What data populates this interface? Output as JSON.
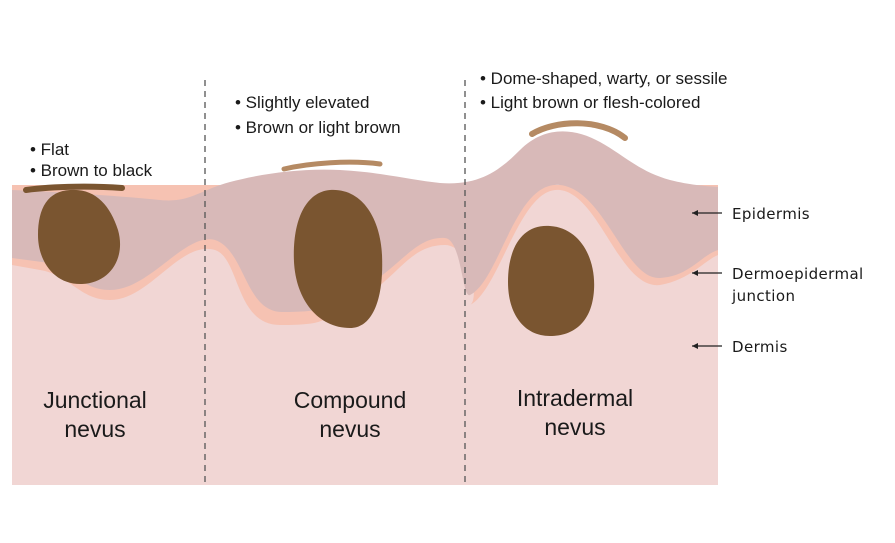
{
  "colors": {
    "dermis": "#f1d6d4",
    "junction": "#f6c2b2",
    "epidermis": "#d8b9b8",
    "nevus": "#7a5530",
    "lesion_top": "#b58a63",
    "text": "#1a1a1a"
  },
  "panels": [
    {
      "bullets": [
        "• Flat",
        "• Brown to black"
      ],
      "title_lines": [
        "Junctional",
        "nevus"
      ]
    },
    {
      "bullets": [
        "• Slightly elevated",
        "• Brown or light brown"
      ],
      "title_lines": [
        "Compound",
        "nevus"
      ]
    },
    {
      "bullets": [
        "• Dome-shaped, warty, or sessile",
        "• Light brown or flesh-colored"
      ],
      "title_lines": [
        "Intradermal",
        "nevus"
      ]
    }
  ],
  "legend": {
    "epidermis": "Epidermis",
    "junction_line1": "Dermoepidermal",
    "junction_line2": "junction",
    "dermis": "Dermis"
  }
}
